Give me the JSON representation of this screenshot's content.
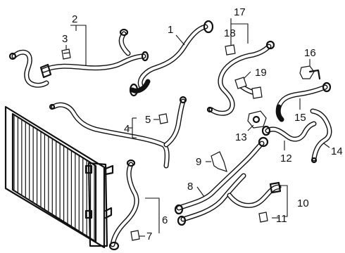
{
  "callouts": [
    {
      "id": "c1",
      "text": "1"
    },
    {
      "id": "c2",
      "text": "2"
    },
    {
      "id": "c3",
      "text": "3"
    },
    {
      "id": "c4",
      "text": "4"
    },
    {
      "id": "c5",
      "text": "5"
    },
    {
      "id": "c6",
      "text": "6"
    },
    {
      "id": "c7",
      "text": "7"
    },
    {
      "id": "c8",
      "text": "8"
    },
    {
      "id": "c9",
      "text": "9"
    },
    {
      "id": "c10",
      "text": "10"
    },
    {
      "id": "c11",
      "text": "11"
    },
    {
      "id": "c12",
      "text": "12"
    },
    {
      "id": "c13",
      "text": "13"
    },
    {
      "id": "c14",
      "text": "14"
    },
    {
      "id": "c15",
      "text": "15"
    },
    {
      "id": "c16",
      "text": "16"
    },
    {
      "id": "c17",
      "text": "17"
    },
    {
      "id": "c18",
      "text": "18"
    },
    {
      "id": "c19",
      "text": "19"
    }
  ],
  "colors": {
    "line": "#111111",
    "background": "#ffffff"
  }
}
